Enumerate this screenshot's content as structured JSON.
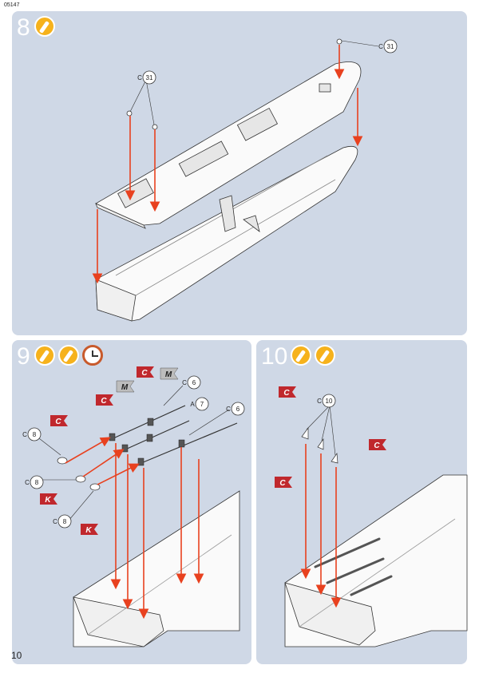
{
  "doc": {
    "code": "05147",
    "page_number": "10"
  },
  "steps": [
    {
      "number": "8",
      "icons": [
        "paint-brush-icon"
      ]
    },
    {
      "number": "9",
      "icons": [
        "paint-brush-icon",
        "paint-brush-icon",
        "drying-clock-icon"
      ]
    },
    {
      "number": "10",
      "icons": [
        "paint-brush-icon",
        "paint-brush-icon"
      ]
    }
  ],
  "callouts": {
    "s8_a": {
      "letter": "C",
      "num": "31"
    },
    "s8_b": {
      "letter": "C",
      "num": "31"
    },
    "s9_a": {
      "letter": "C",
      "num": "6"
    },
    "s9_b": {
      "letter": "A",
      "num": "7"
    },
    "s9_c": {
      "letter": "C",
      "num": "6"
    },
    "s9_d": {
      "letter": "C",
      "num": "8"
    },
    "s9_e": {
      "letter": "C",
      "num": "8"
    },
    "s9_f": {
      "letter": "C",
      "num": "8"
    },
    "s10_a": {
      "letter": "C",
      "num": "10"
    }
  },
  "flags": {
    "c": "C",
    "m": "M",
    "k": "K"
  },
  "colors": {
    "panel": "#cfd8e6",
    "arrow": "#e8411f",
    "flag_red": "#c0282d",
    "flag_grey": "#bdbdbd",
    "paint": "#f6b21c"
  }
}
